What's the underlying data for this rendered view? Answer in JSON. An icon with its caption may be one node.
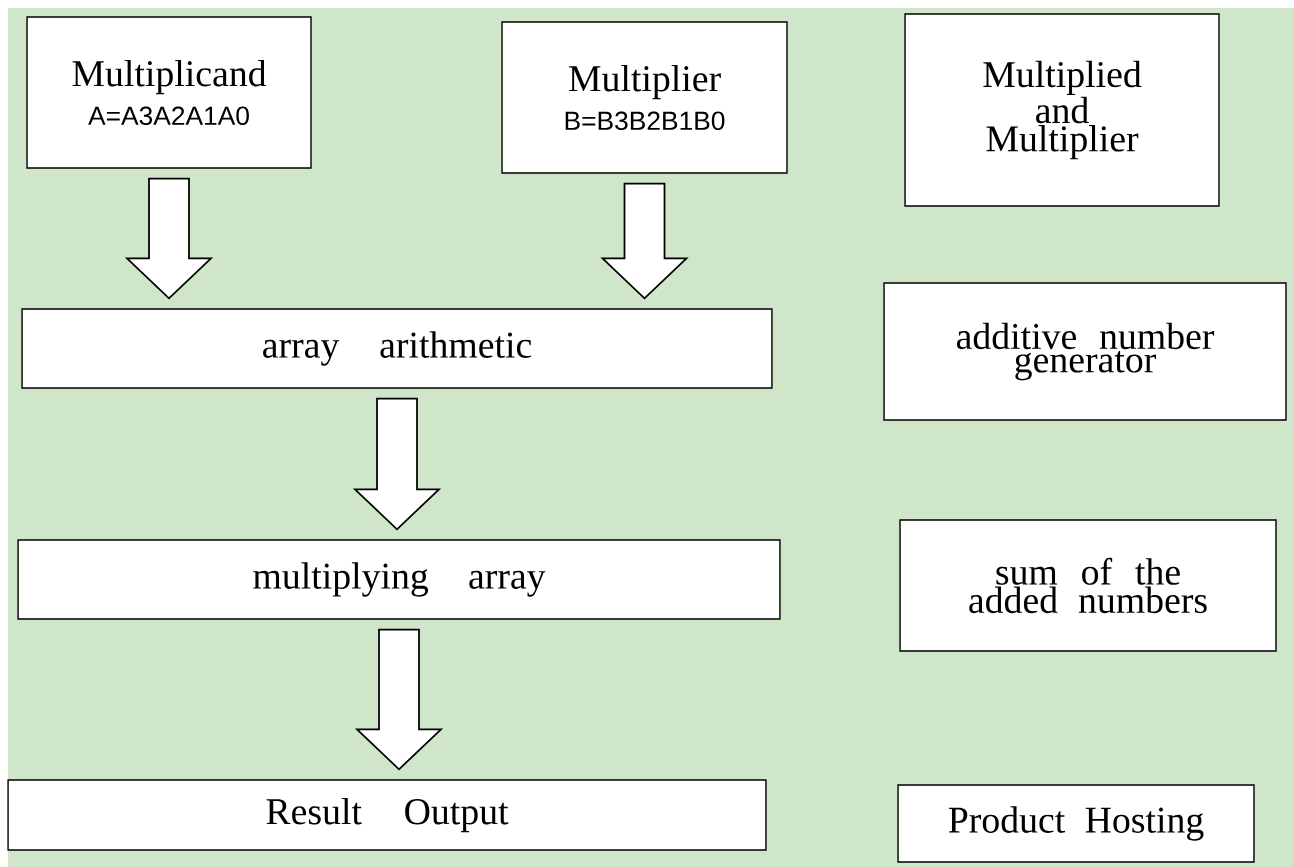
{
  "diagram": {
    "nodes": [
      {
        "text": [
          "Multiplicand",
          "A=A3A2A1A0"
        ]
      },
      {
        "text": [
          "Multiplier",
          "B=B3B2B1B0"
        ]
      },
      {
        "text": [
          "Multiplied and Multiplier"
        ]
      },
      {
        "text": [
          "array arithmetic"
        ]
      },
      {
        "text": [
          "additive number generator"
        ]
      },
      {
        "text": [
          "multiplying array"
        ]
      },
      {
        "text": [
          "sum of the added numbers"
        ]
      },
      {
        "text": [
          "Result Output"
        ]
      },
      {
        "text": [
          "Product Hosting"
        ]
      }
    ],
    "edges": [
      {
        "from": 0,
        "to": 3,
        "arrow": "to"
      },
      {
        "from": 1,
        "to": 3,
        "arrow": "to"
      },
      {
        "from": 3,
        "to": 5,
        "arrow": "to"
      },
      {
        "from": 5,
        "to": 7,
        "arrow": "to"
      }
    ]
  }
}
